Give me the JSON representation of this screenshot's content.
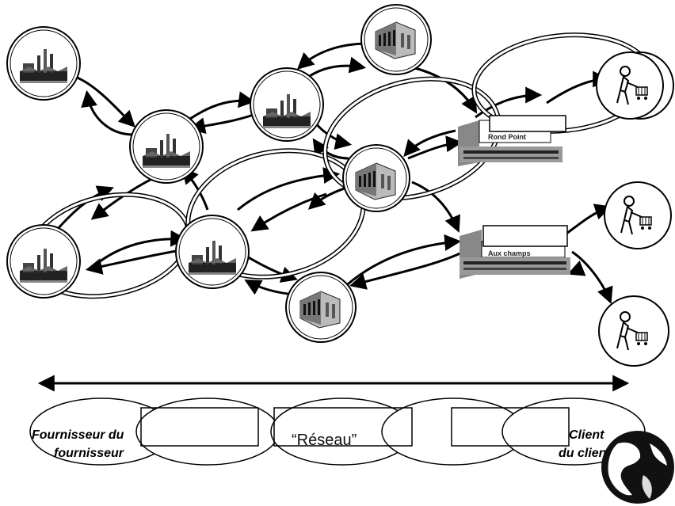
{
  "nodes": {
    "retailer_top": "Rond Point",
    "retailer_mid": "Aux champs"
  },
  "band": {
    "left_line1": "Fournisseur du",
    "left_line2": "fournisseur",
    "center": "“Réseau”",
    "right_line1": "Client",
    "right_line2": "du client"
  },
  "icons": [
    "factory-icon",
    "warehouse-icon",
    "store-icon",
    "shopper-icon",
    "globe-icon",
    "double-arrow-icon"
  ]
}
